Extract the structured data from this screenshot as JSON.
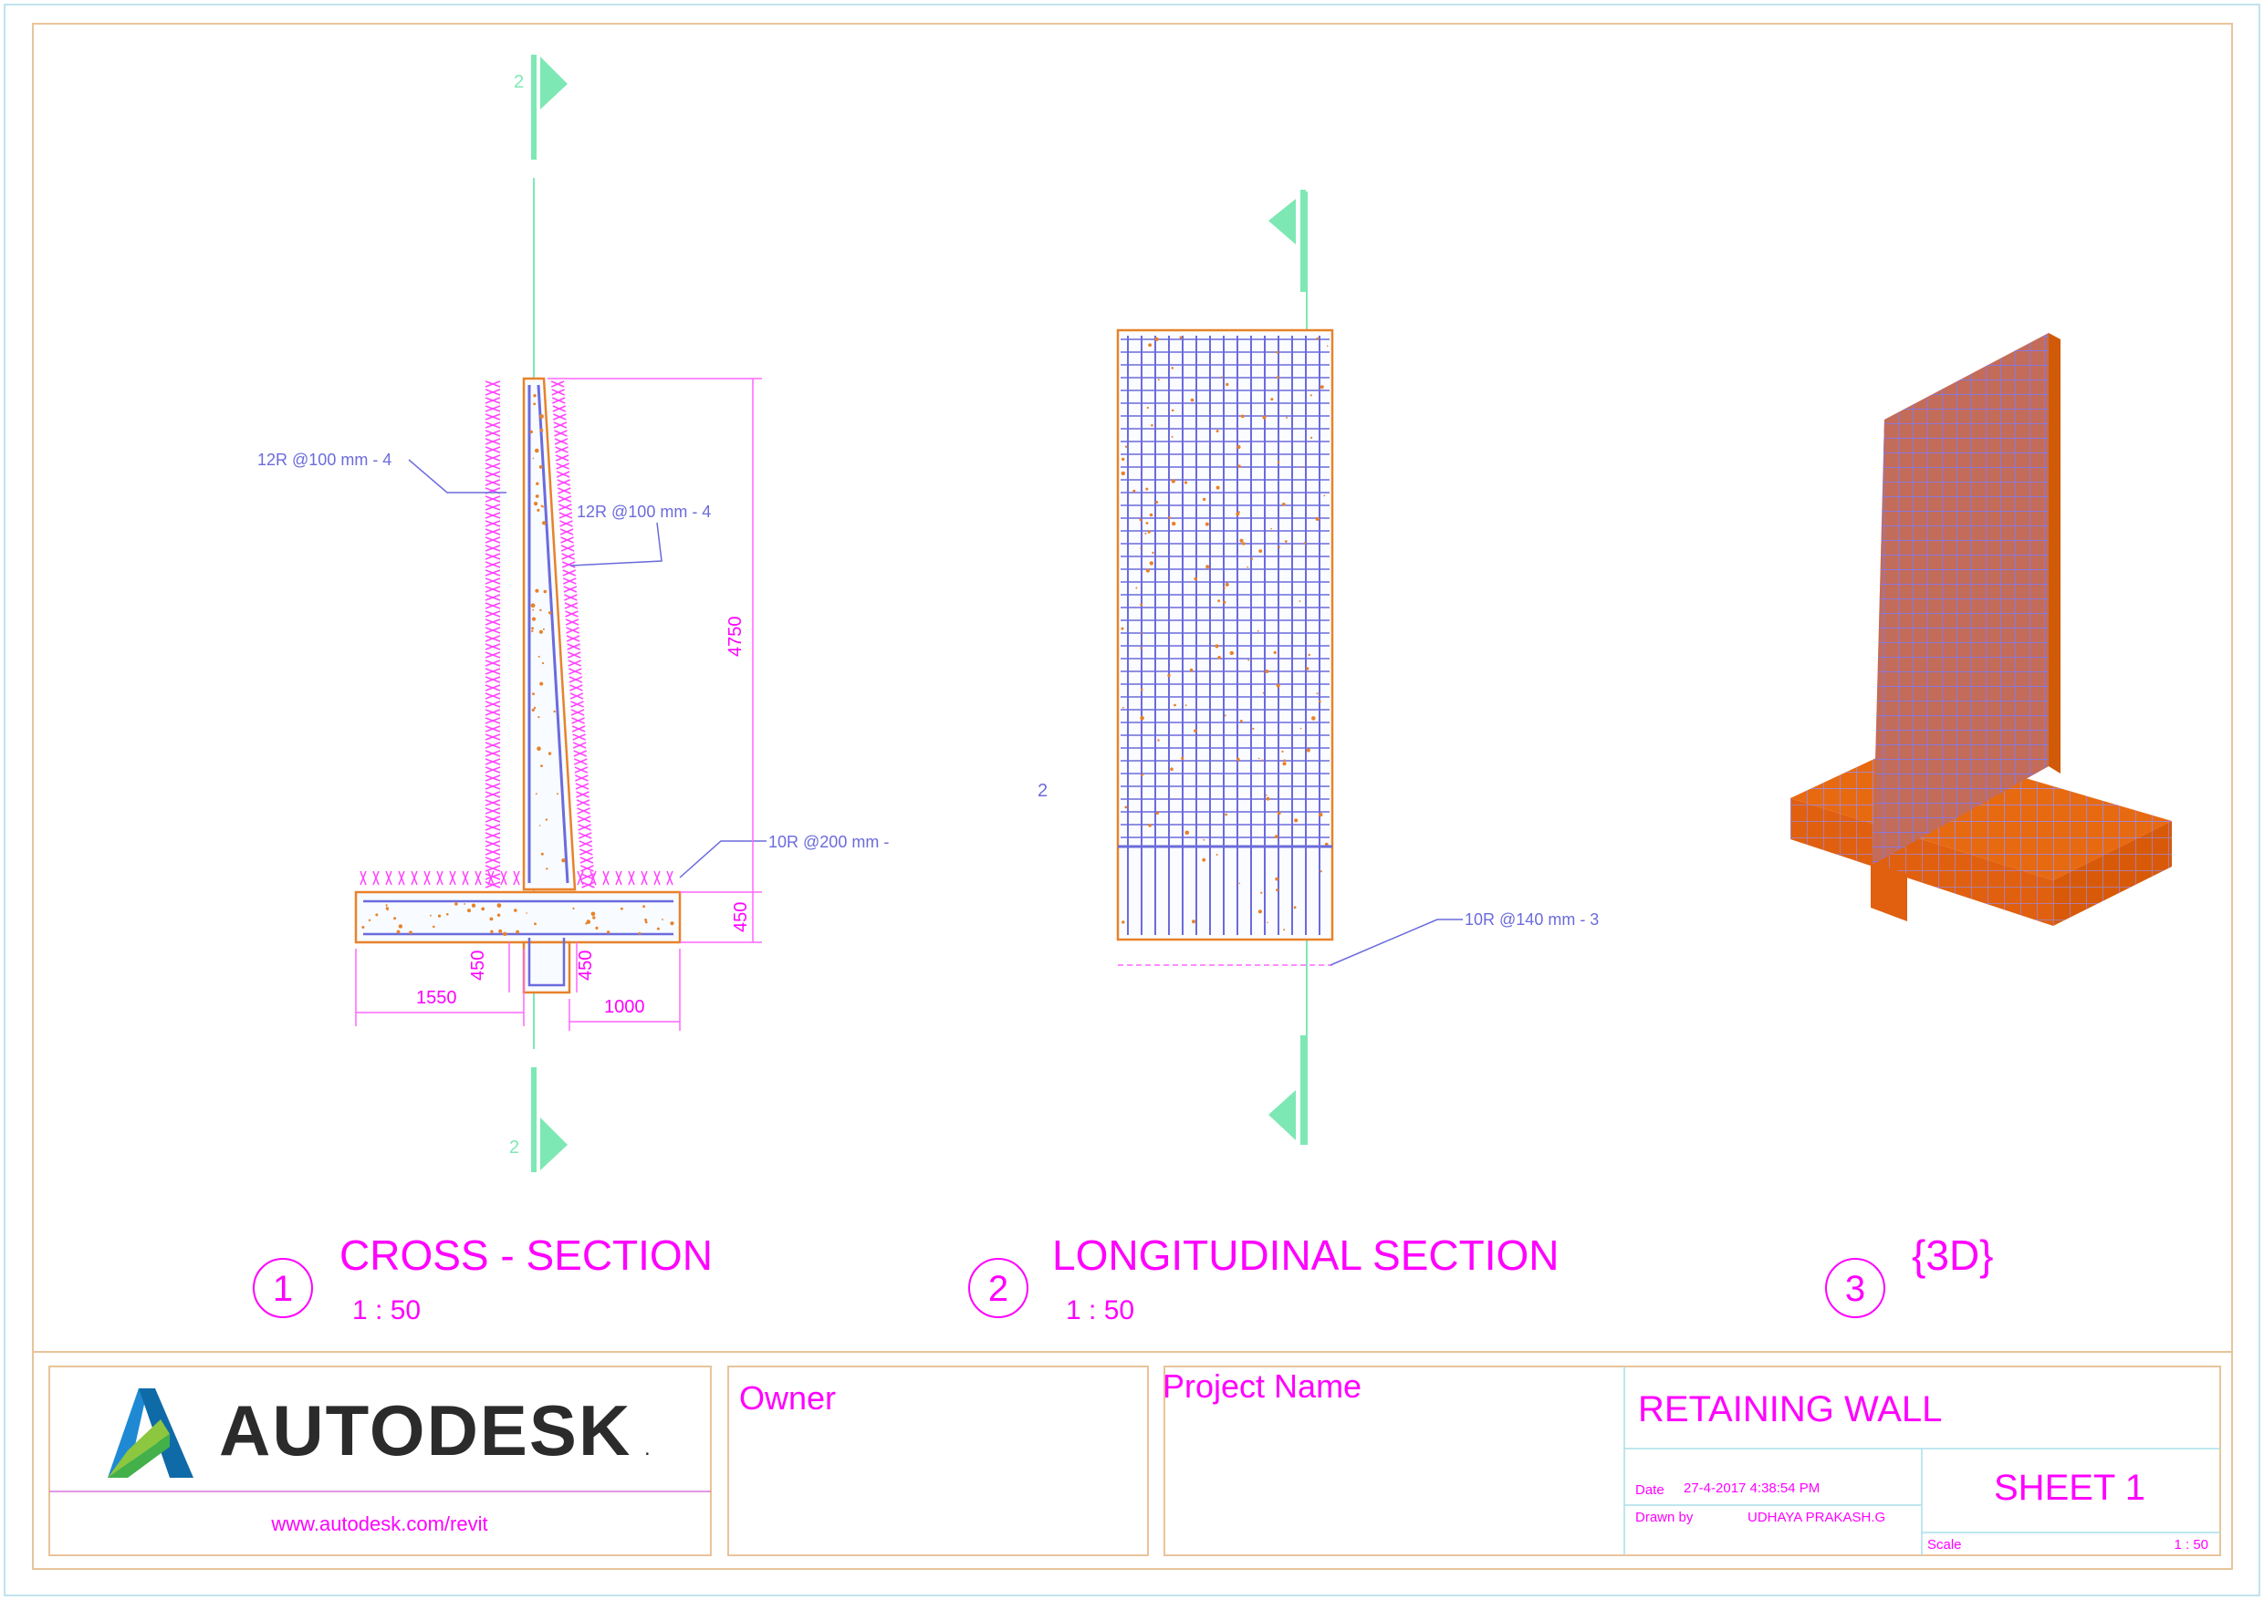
{
  "views": {
    "cross_section": {
      "number": "1",
      "title": "CROSS - SECTION",
      "scale": "1 : 50",
      "rebar_tag_outer": "12R @100 mm - 4",
      "rebar_tag_inner": "12R @100 mm - 4",
      "rebar_tag_base": "10R @200 mm -",
      "section_marker_top": "2",
      "section_marker_bottom": "2",
      "dims": {
        "stem_height": "4750",
        "base_thickness": "450",
        "key_left": "450",
        "key_right": "450",
        "toe_length": "1550",
        "heel_length": "1000"
      }
    },
    "longitudinal_section": {
      "number": "2",
      "title": "LONGITUDINAL SECTION",
      "scale": "1 : 50",
      "rebar_tag": "10R @140 mm - 3",
      "side_label": "2"
    },
    "view_3d": {
      "number": "3",
      "title": "{3D}"
    }
  },
  "title_block": {
    "logo_text": "AUTODESK",
    "logo_mark": ".",
    "url": "www.autodesk.com/revit",
    "owner_label": "Owner",
    "project_name_label": "Project Name",
    "sheet_title": "RETAINING WALL",
    "date_label": "Date",
    "date_value": "27-4-2017 4:38:54 PM",
    "drawn_by_label": "Drawn by",
    "drawn_by_value": "UDHAYA PRAKASH.G",
    "sheet_number": "SHEET 1",
    "scale_label": "Scale",
    "scale_value": "1 : 50"
  },
  "colors": {
    "annotation": "#ff00ff",
    "rebar": "#6b6bdc",
    "concrete_edge": "#e8822a",
    "section_line": "#7de8b4",
    "border": "#e8c49a",
    "3d_fill": "#e86a10"
  }
}
